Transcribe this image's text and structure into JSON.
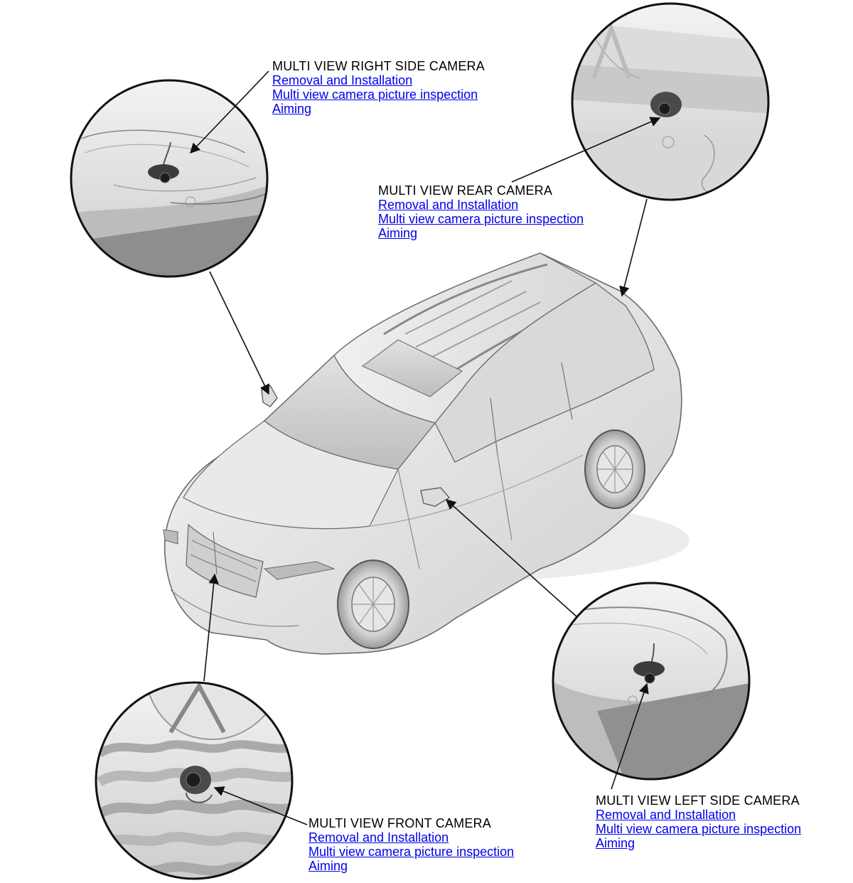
{
  "colors": {
    "link": "#0000ee",
    "text": "#000000",
    "line": "#111111"
  },
  "cameras": [
    {
      "title": "MULTI VIEW RIGHT SIDE CAMERA",
      "links": [
        "Removal and Installation",
        "Multi view camera picture inspection",
        "Aiming"
      ]
    },
    {
      "title": "MULTI VIEW REAR CAMERA",
      "links": [
        "Removal and Installation",
        "Multi view camera picture inspection",
        "Aiming"
      ]
    },
    {
      "title": "MULTI VIEW FRONT CAMERA",
      "links": [
        "Removal and Installation",
        "Multi view camera picture inspection",
        "Aiming"
      ]
    },
    {
      "title": "MULTI VIEW LEFT SIDE CAMERA",
      "links": [
        "Removal and Installation",
        "Multi view camera picture inspection",
        "Aiming"
      ]
    }
  ]
}
